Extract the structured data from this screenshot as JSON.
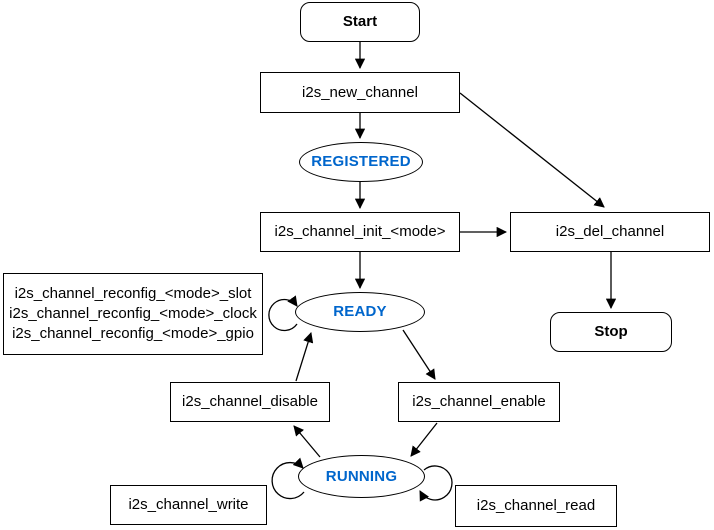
{
  "colors": {
    "state_text": "#0066CC",
    "node_stroke": "#000000",
    "node_fill": "#FFFFFF",
    "edge": "#000000"
  },
  "nodes": {
    "start": {
      "label": "Start"
    },
    "new_channel": {
      "label": "i2s_new_channel"
    },
    "registered": {
      "label": "REGISTERED"
    },
    "init": {
      "label": "i2s_channel_init_<mode>"
    },
    "del_channel": {
      "label": "i2s_del_channel"
    },
    "stop": {
      "label": "Stop"
    },
    "reconfig": {
      "lines": [
        "i2s_channel_reconfig_<mode>_slot",
        "i2s_channel_reconfig_<mode>_clock",
        "i2s_channel_reconfig_<mode>_gpio"
      ]
    },
    "ready": {
      "label": "READY"
    },
    "disable": {
      "label": "i2s_channel_disable"
    },
    "enable": {
      "label": "i2s_channel_enable"
    },
    "running": {
      "label": "RUNNING"
    },
    "write": {
      "label": "i2s_channel_write"
    },
    "read": {
      "label": "i2s_channel_read"
    }
  },
  "edges": [
    {
      "from": "start",
      "to": "i2s_new_channel"
    },
    {
      "from": "i2s_new_channel",
      "to": "REGISTERED"
    },
    {
      "from": "i2s_new_channel",
      "to": "i2s_del_channel"
    },
    {
      "from": "REGISTERED",
      "to": "i2s_channel_init_<mode>"
    },
    {
      "from": "i2s_channel_init_<mode>",
      "to": "READY"
    },
    {
      "from": "i2s_channel_init_<mode>",
      "to": "i2s_del_channel"
    },
    {
      "from": "i2s_del_channel",
      "to": "Stop"
    },
    {
      "from": "READY",
      "to": "READY",
      "note": "self-loop (reconfig)"
    },
    {
      "from": "READY",
      "to": "i2s_channel_enable"
    },
    {
      "from": "i2s_channel_enable",
      "to": "RUNNING"
    },
    {
      "from": "RUNNING",
      "to": "i2s_channel_disable"
    },
    {
      "from": "i2s_channel_disable",
      "to": "READY"
    },
    {
      "from": "RUNNING",
      "to": "RUNNING",
      "note": "self-loop write"
    },
    {
      "from": "RUNNING",
      "to": "RUNNING",
      "note": "self-loop read"
    }
  ]
}
